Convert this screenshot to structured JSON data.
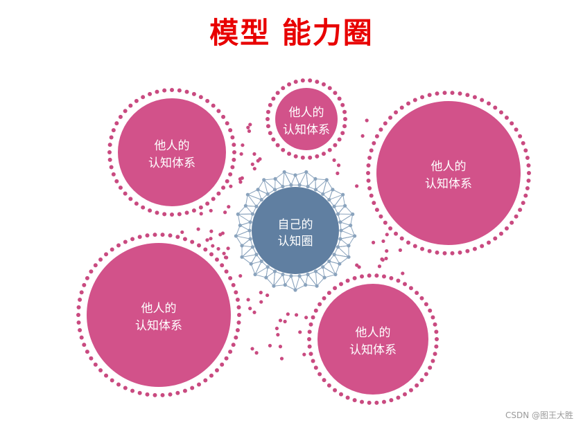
{
  "title": "模型 能力圈",
  "colors": {
    "title": "#e80000",
    "pink": "#d2528a",
    "pink_dot": "#c94a80",
    "blue": "#607fa1",
    "network": "#8aa3bd",
    "background": "#ffffff"
  },
  "center": {
    "label_line1": "自己的",
    "label_line2": "认知圈"
  },
  "others": [
    {
      "id": "top-left",
      "label_line1": "他人的",
      "label_line2": "认知体系"
    },
    {
      "id": "top-small",
      "label_line1": "他人的",
      "label_line2": "认知体系"
    },
    {
      "id": "right-large",
      "label_line1": "他人的",
      "label_line2": "认知体系"
    },
    {
      "id": "bottom-left",
      "label_line1": "他人的",
      "label_line2": "认知体系"
    },
    {
      "id": "bottom-right",
      "label_line1": "他人的",
      "label_line2": "认知体系"
    }
  ],
  "watermark": "CSDN @图王大胜"
}
